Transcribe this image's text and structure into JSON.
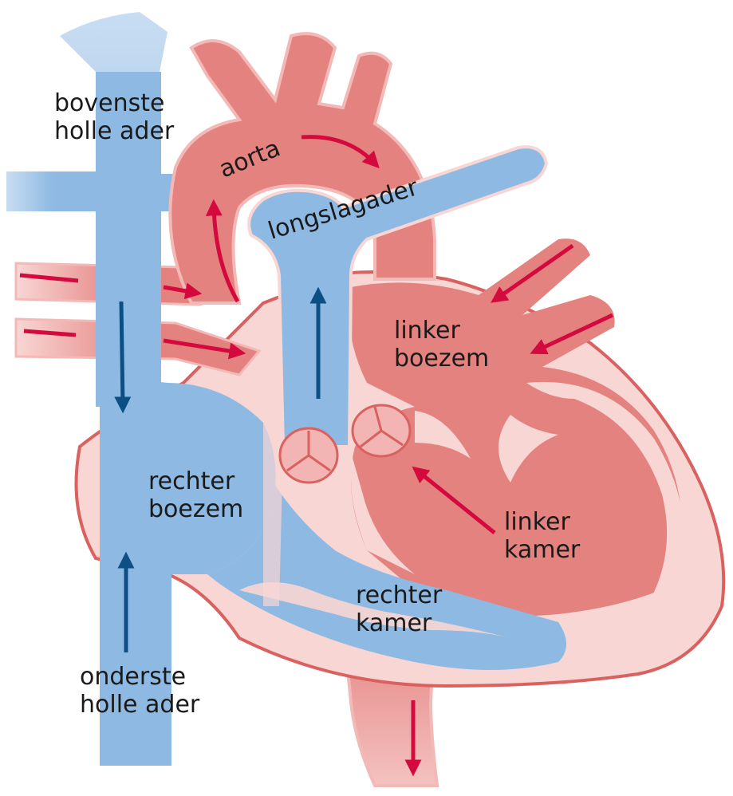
{
  "labels": {
    "superior_vena_cava": [
      "bovenste",
      "holle ader"
    ],
    "aorta": "aorta",
    "pulmonary_artery": "longslagader",
    "left_atrium": [
      "linker",
      "boezem"
    ],
    "right_atrium": [
      "rechter",
      "boezem"
    ],
    "left_ventricle": [
      "linker",
      "kamer"
    ],
    "right_ventricle": [
      "rechter",
      "kamer"
    ],
    "inferior_vena_cava": [
      "onderste",
      "holle ader"
    ]
  },
  "colors": {
    "oxygenated": "#e4827f",
    "oxygenated_light": "#f8d6d4",
    "outline": "#d9615f",
    "deoxygenated": "#8eb9e2",
    "deoxygenated_light": "#c8ddf2",
    "arrow_red": "#d4093e",
    "arrow_blue": "#0c4f85"
  }
}
